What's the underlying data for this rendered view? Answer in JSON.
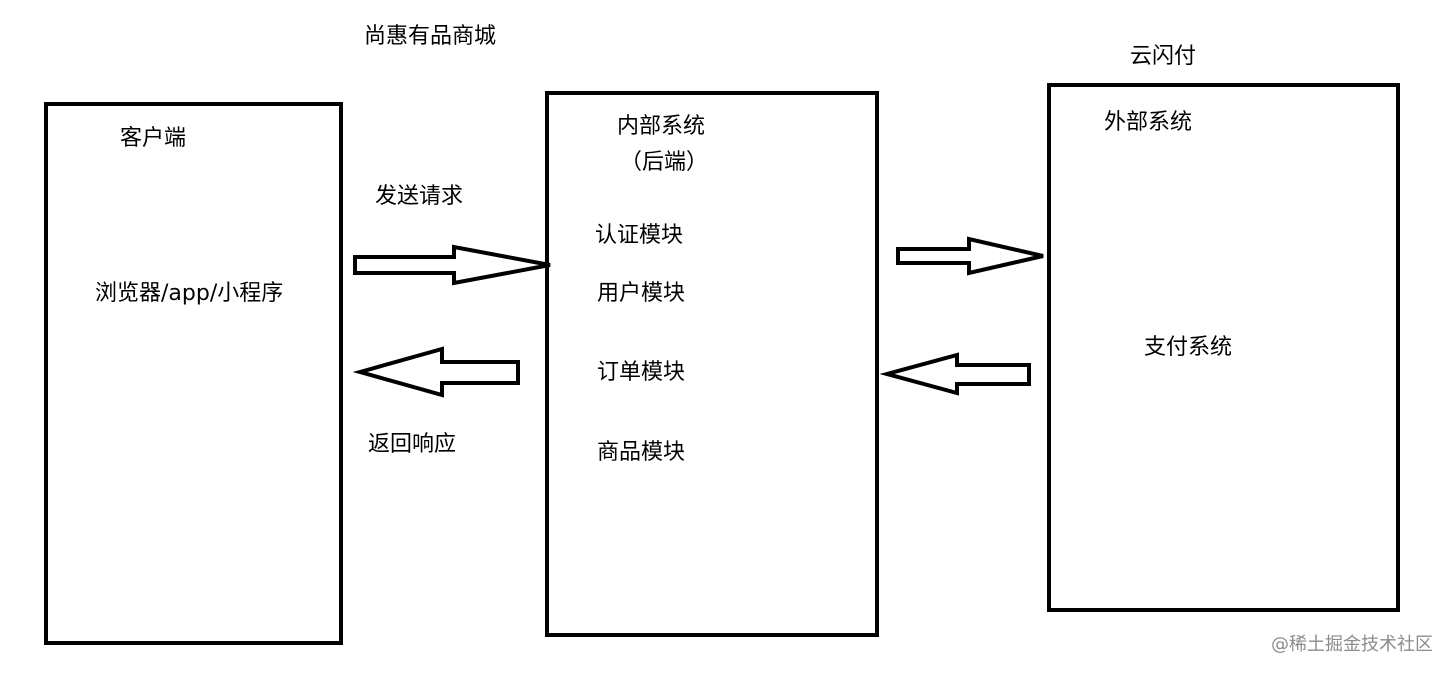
{
  "title": "尚惠有品商城",
  "client": {
    "label": "客户端",
    "content": "浏览器/app/小程序"
  },
  "request_label": "发送请求",
  "response_label": "返回响应",
  "internal": {
    "title": "内部系统",
    "subtitle": "（后端）",
    "modules": [
      "认证模块",
      "用户模块",
      "订单模块",
      "商品模块"
    ]
  },
  "external": {
    "owner": "云闪付",
    "title": "外部系统",
    "content": "支付系统"
  },
  "watermark": "@稀土掘金技术社区",
  "colors": {
    "stroke": "#000000",
    "background": "#ffffff",
    "watermark": "#8c8c8c"
  }
}
